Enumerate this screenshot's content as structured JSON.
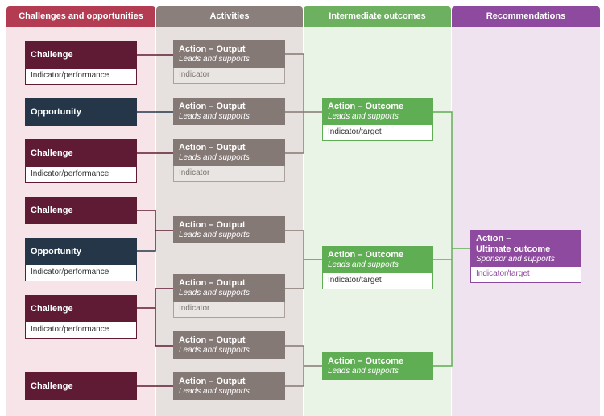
{
  "headers": {
    "col1": "Challenges and opportunities",
    "col2": "Activities",
    "col3": "Intermediate outcomes",
    "col4": "Recommendations"
  },
  "challenges": [
    {
      "title": "Challenge",
      "sub": "Indicator/performance"
    },
    {
      "title": "Opportunity"
    },
    {
      "title": "Challenge",
      "sub": "Indicator/performance"
    },
    {
      "title": "Challenge"
    },
    {
      "title": "Opportunity",
      "sub": "Indicator/performance"
    },
    {
      "title": "Challenge",
      "sub": "Indicator/performance"
    },
    {
      "title": "Challenge"
    }
  ],
  "activities": [
    {
      "title": "Action – Output",
      "italic": "Leads and supports",
      "sub": "Indicator"
    },
    {
      "title": "Action – Output",
      "italic": "Leads and supports"
    },
    {
      "title": "Action – Output",
      "italic": "Leads and supports",
      "sub": "Indicator"
    },
    {
      "title": "Action – Output",
      "italic": "Leads and supports"
    },
    {
      "title": "Action – Output",
      "italic": "Leads and supports",
      "sub": "Indicator"
    },
    {
      "title": "Action – Output",
      "italic": "Leads and supports"
    },
    {
      "title": "Action – Output",
      "italic": "Leads and supports"
    }
  ],
  "outcomes": [
    {
      "title": "Action – Outcome",
      "italic": "Leads and supports",
      "sub": "Indicator/target"
    },
    {
      "title": "Action – Outcome",
      "italic": "Leads and supports",
      "sub": "Indicator/target"
    },
    {
      "title": "Action – Outcome",
      "italic": "Leads and supports"
    }
  ],
  "ultimate": {
    "title1": "Action –",
    "title2": "Ultimate outcome",
    "italic": "Sponsor and supports",
    "sub": "Indicator/target"
  },
  "colors": {
    "challenge": "#5e1b33",
    "opportunity": "#243648",
    "activity": "#857975",
    "outcome": "#5fae54",
    "recommendation": "#8e4a9e"
  }
}
